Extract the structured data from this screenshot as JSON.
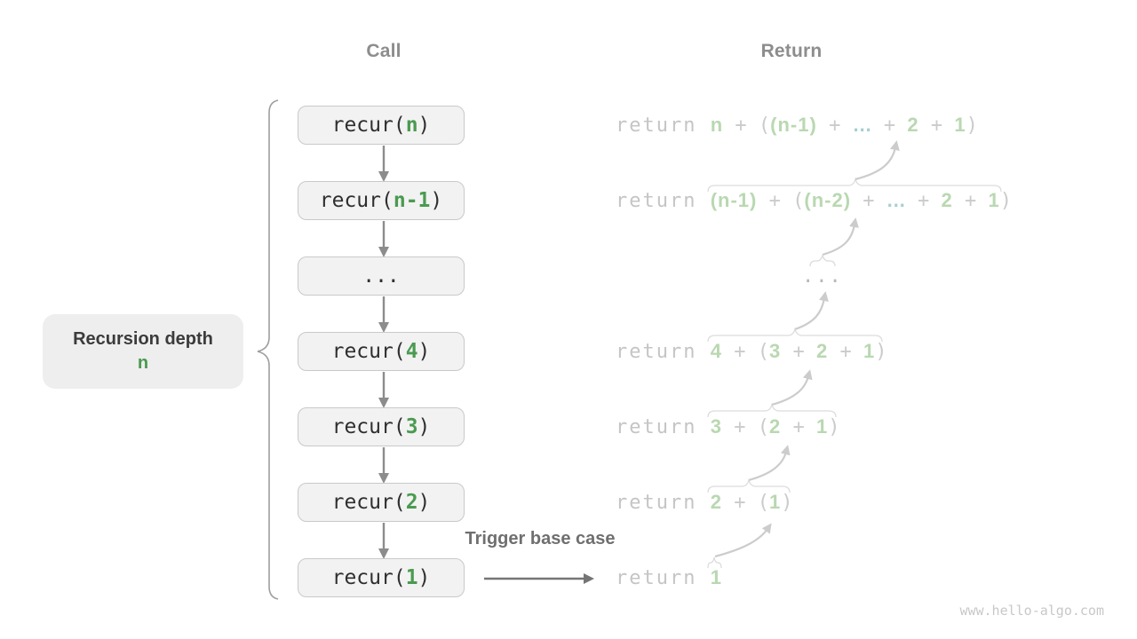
{
  "headers": {
    "call": "Call",
    "return": "Return"
  },
  "depth_label": {
    "title": "Recursion depth",
    "value": "n"
  },
  "trigger_label": "Trigger base case",
  "watermark": "www.hello-algo.com",
  "colors": {
    "accent_green": "#4a9b50",
    "light_green": "#b9d8b1",
    "ellipsis_teal": "#a5cfd0",
    "box_bg": "#f2f2f2",
    "box_border": "#c9c9c9",
    "muted_gray": "#c5c5c5",
    "header_gray": "#8d8d8d"
  },
  "call_stack": [
    {
      "segments": [
        {
          "text": "recur(",
          "type": "code"
        },
        {
          "text": "n",
          "type": "arg"
        },
        {
          "text": ")",
          "type": "code"
        }
      ]
    },
    {
      "segments": [
        {
          "text": "recur(",
          "type": "code"
        },
        {
          "text": "n-1",
          "type": "arg"
        },
        {
          "text": ")",
          "type": "code"
        }
      ]
    },
    {
      "segments": [
        {
          "text": "...",
          "type": "code"
        }
      ]
    },
    {
      "segments": [
        {
          "text": "recur(",
          "type": "code"
        },
        {
          "text": "4",
          "type": "arg"
        },
        {
          "text": ")",
          "type": "code"
        }
      ]
    },
    {
      "segments": [
        {
          "text": "recur(",
          "type": "code"
        },
        {
          "text": "3",
          "type": "arg"
        },
        {
          "text": ")",
          "type": "code"
        }
      ]
    },
    {
      "segments": [
        {
          "text": "recur(",
          "type": "code"
        },
        {
          "text": "2",
          "type": "arg"
        },
        {
          "text": ")",
          "type": "code"
        }
      ]
    },
    {
      "segments": [
        {
          "text": "recur(",
          "type": "code"
        },
        {
          "text": "1",
          "type": "arg"
        },
        {
          "text": ")",
          "type": "code"
        }
      ]
    }
  ],
  "return_stack": [
    {
      "centered": false,
      "segments": [
        {
          "text": "return ",
          "type": "kw"
        },
        {
          "text": "n",
          "type": "g"
        },
        {
          "text": " + ",
          "type": "op"
        },
        {
          "text": "(",
          "type": "op"
        },
        {
          "text": "(n-1)",
          "type": "g"
        },
        {
          "text": " + ",
          "type": "op"
        },
        {
          "text": "…",
          "type": "el"
        },
        {
          "text": " + ",
          "type": "op"
        },
        {
          "text": "2",
          "type": "g"
        },
        {
          "text": " + ",
          "type": "op"
        },
        {
          "text": "1",
          "type": "g"
        },
        {
          "text": ")",
          "type": "op"
        }
      ]
    },
    {
      "centered": false,
      "segments": [
        {
          "text": "return ",
          "type": "kw"
        },
        {
          "text": "(n-1)",
          "type": "g"
        },
        {
          "text": " + ",
          "type": "op"
        },
        {
          "text": "(",
          "type": "op"
        },
        {
          "text": "(n-2)",
          "type": "g"
        },
        {
          "text": " + ",
          "type": "op"
        },
        {
          "text": "…",
          "type": "el"
        },
        {
          "text": " + ",
          "type": "op"
        },
        {
          "text": "2",
          "type": "g"
        },
        {
          "text": " + ",
          "type": "op"
        },
        {
          "text": "1",
          "type": "g"
        },
        {
          "text": ")",
          "type": "op"
        }
      ]
    },
    {
      "centered": true,
      "segments": [
        {
          "text": "...",
          "type": "dots"
        }
      ]
    },
    {
      "centered": false,
      "segments": [
        {
          "text": "return ",
          "type": "kw"
        },
        {
          "text": "4",
          "type": "g"
        },
        {
          "text": " + ",
          "type": "op"
        },
        {
          "text": "(",
          "type": "op"
        },
        {
          "text": "3",
          "type": "g"
        },
        {
          "text": " + ",
          "type": "op"
        },
        {
          "text": "2",
          "type": "g"
        },
        {
          "text": " + ",
          "type": "op"
        },
        {
          "text": "1",
          "type": "g"
        },
        {
          "text": ")",
          "type": "op"
        }
      ]
    },
    {
      "centered": false,
      "segments": [
        {
          "text": "return ",
          "type": "kw"
        },
        {
          "text": "3",
          "type": "g"
        },
        {
          "text": " + ",
          "type": "op"
        },
        {
          "text": "(",
          "type": "op"
        },
        {
          "text": "2",
          "type": "g"
        },
        {
          "text": " + ",
          "type": "op"
        },
        {
          "text": "1",
          "type": "g"
        },
        {
          "text": ")",
          "type": "op"
        }
      ]
    },
    {
      "centered": false,
      "segments": [
        {
          "text": "return ",
          "type": "kw"
        },
        {
          "text": "2",
          "type": "g"
        },
        {
          "text": " + ",
          "type": "op"
        },
        {
          "text": "(",
          "type": "op"
        },
        {
          "text": "1",
          "type": "g"
        },
        {
          "text": ")",
          "type": "op"
        }
      ]
    },
    {
      "centered": false,
      "segments": [
        {
          "text": "return ",
          "type": "kw"
        },
        {
          "text": "1",
          "type": "g"
        }
      ]
    }
  ]
}
